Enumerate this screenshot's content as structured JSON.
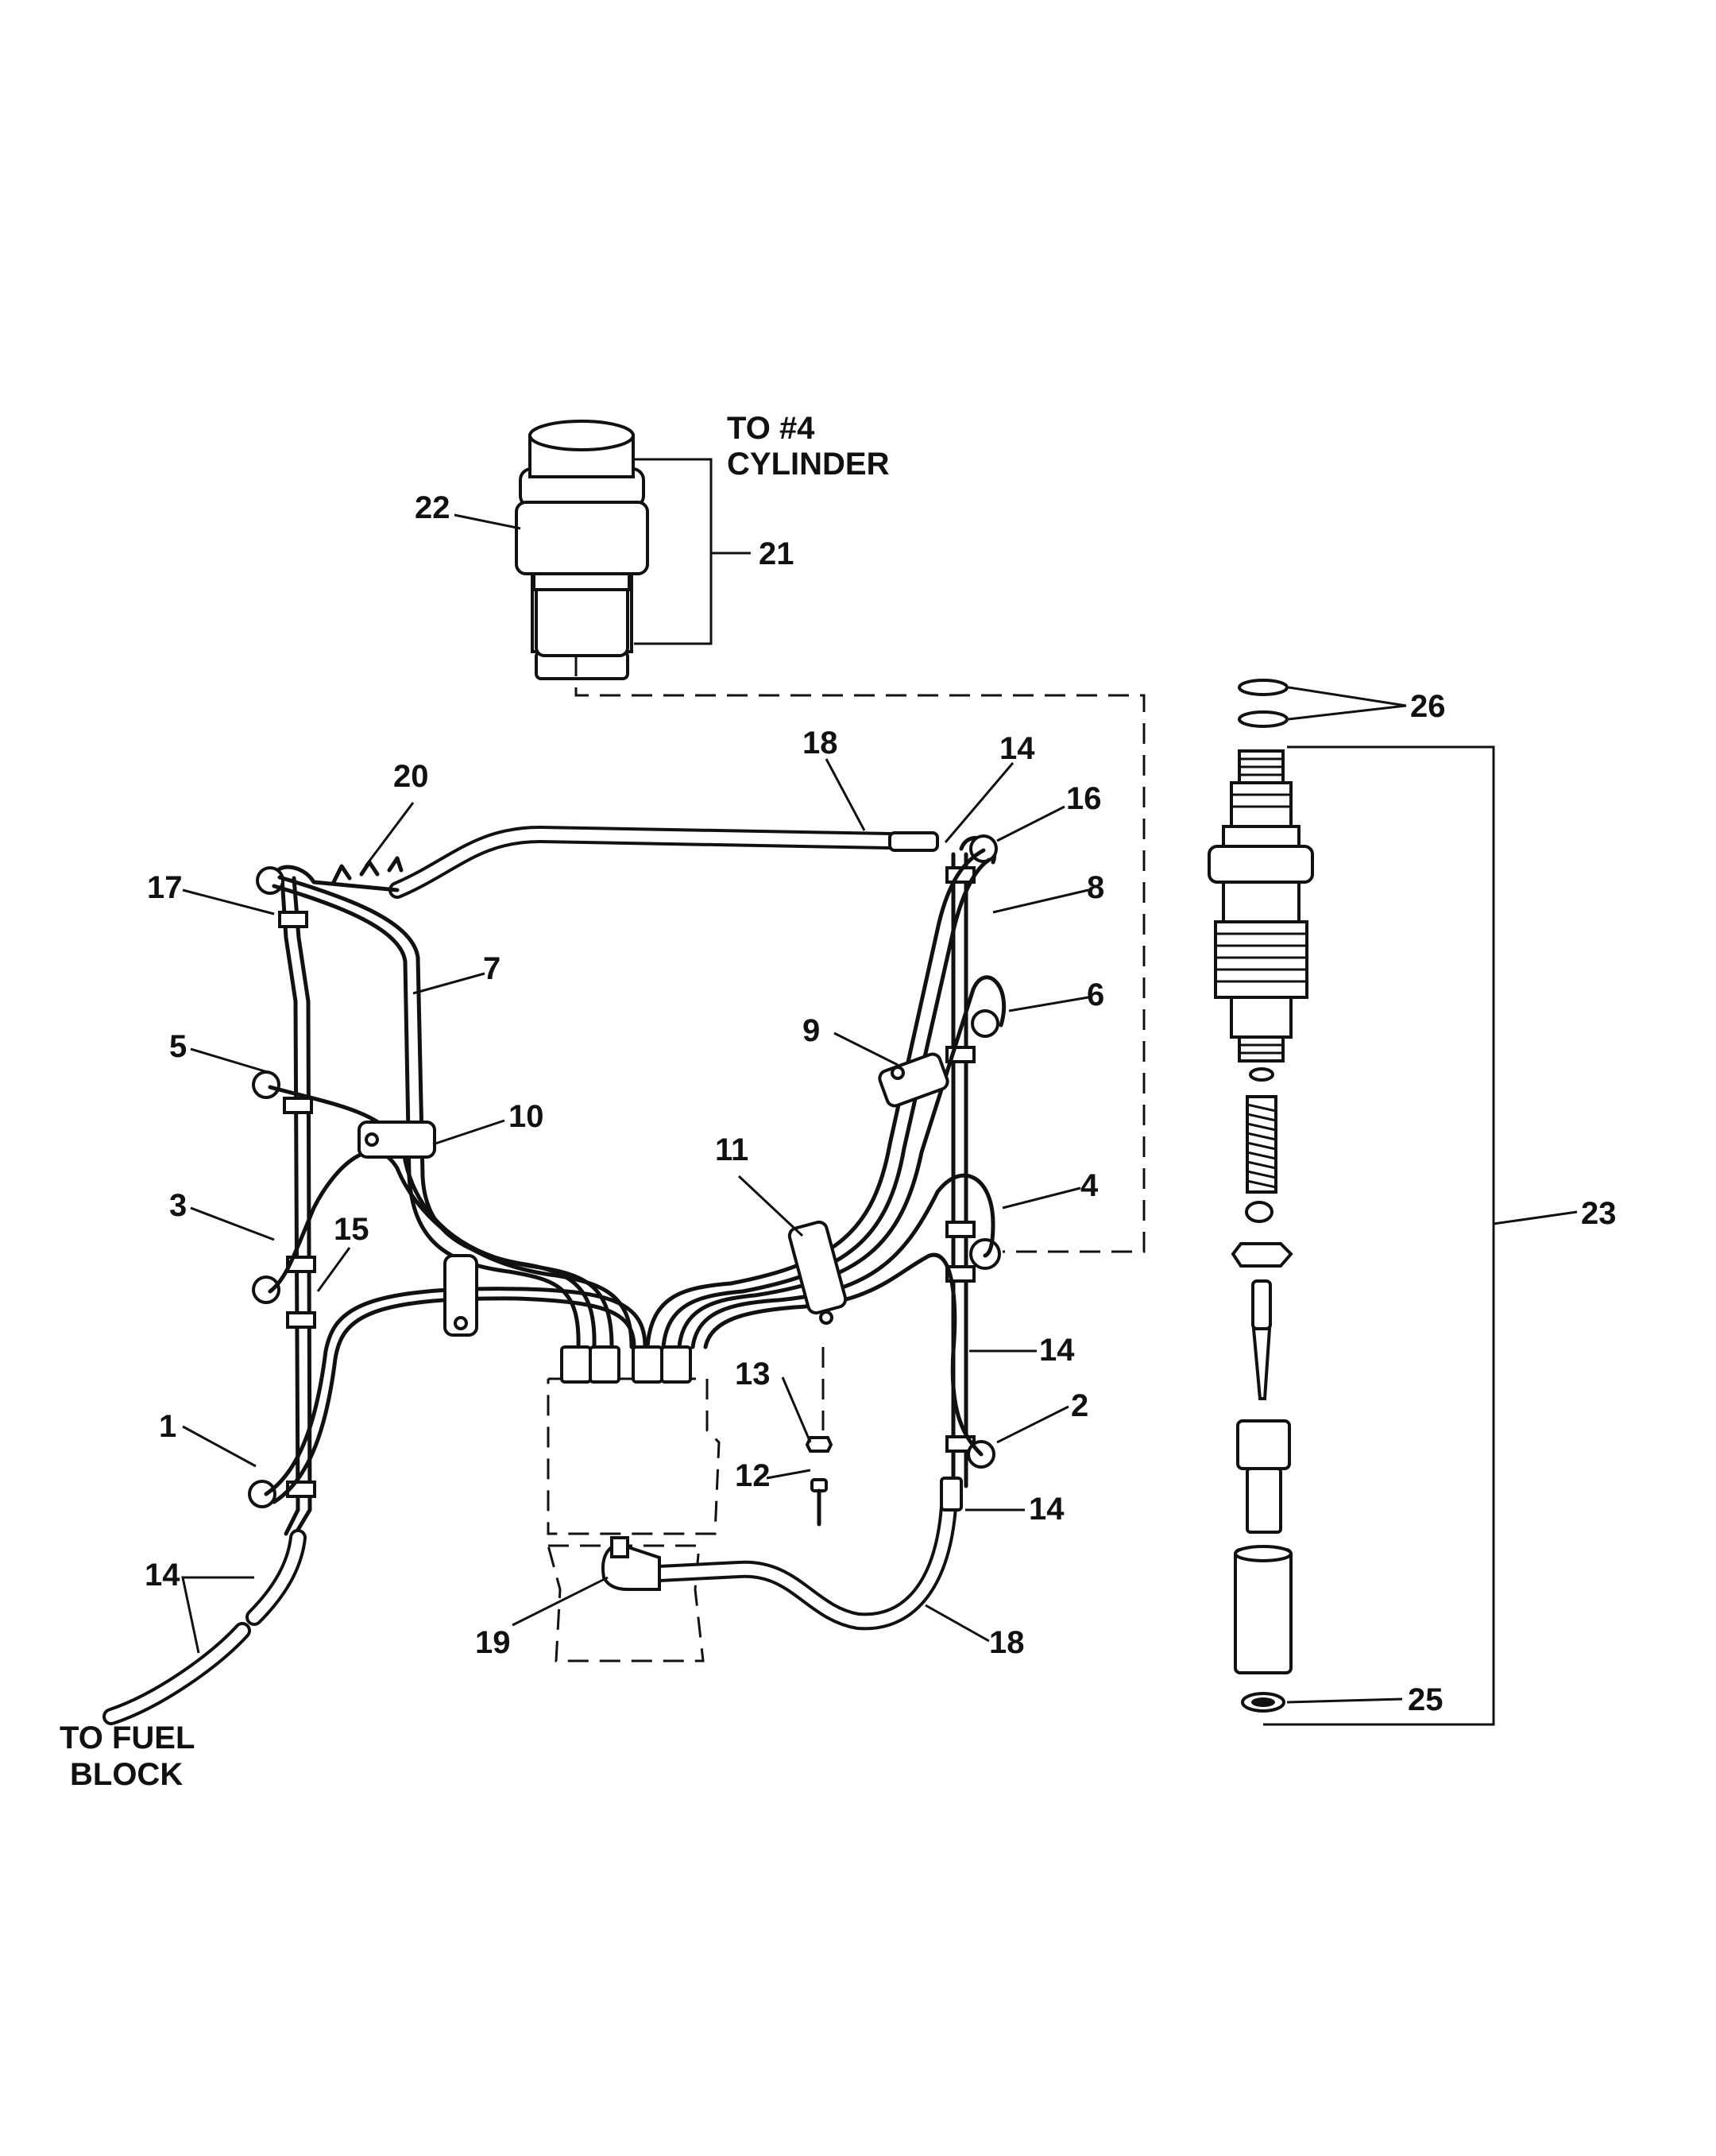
{
  "callouts": {
    "c1": "1",
    "c2": "2",
    "c3": "3",
    "c4": "4",
    "c5": "5",
    "c6": "6",
    "c7": "7",
    "c8": "8",
    "c9": "9",
    "c10": "10",
    "c11": "11",
    "c12": "12",
    "c13": "13",
    "c14a": "14",
    "c14b": "14",
    "c14c": "14",
    "c14d": "14",
    "c15": "15",
    "c16": "16",
    "c17": "17",
    "c18a": "18",
    "c18b": "18",
    "c19": "19",
    "c20": "20",
    "c21": "21",
    "c22": "22",
    "c23": "23",
    "c25": "25",
    "c26": "26"
  },
  "notes": {
    "to_cylinder_line1": "TO #4",
    "to_cylinder_line2": "CYLINDER",
    "to_fuel_line1": "TO FUEL",
    "to_fuel_line2": "BLOCK"
  }
}
